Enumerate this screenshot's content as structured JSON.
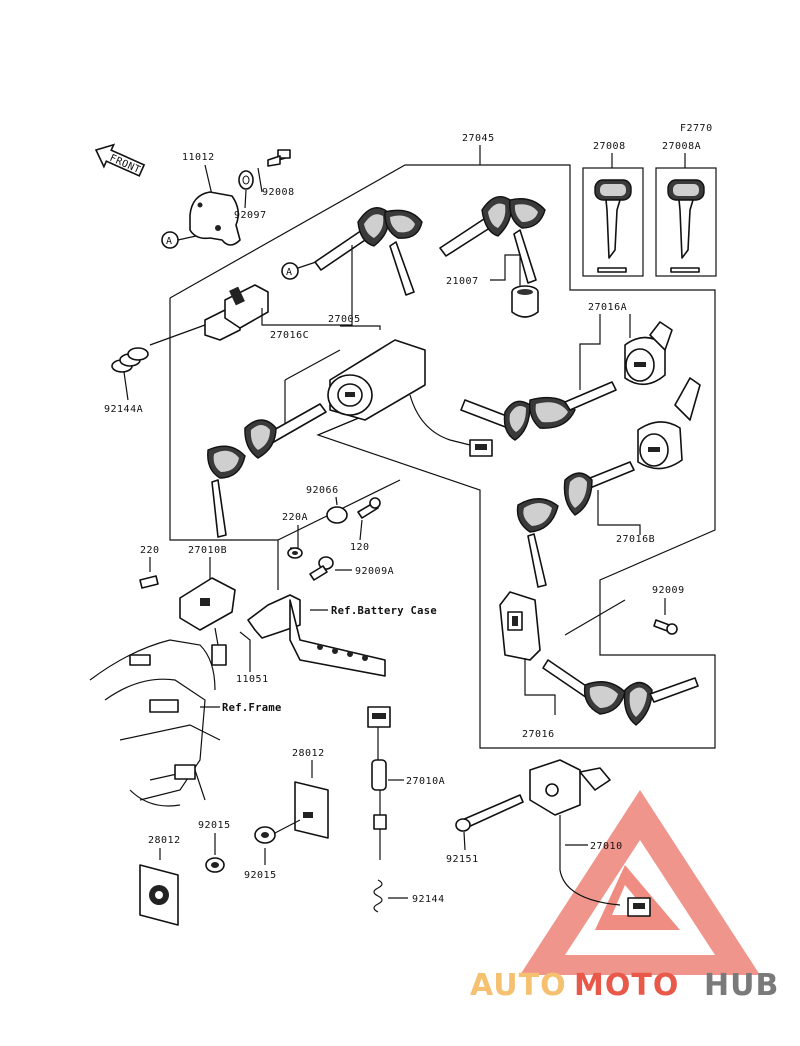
{
  "diagram": {
    "code": "F2770",
    "front_label": "FRONT",
    "part_numbers": {
      "p11012": "11012",
      "p92008": "92008",
      "p92097": "92097",
      "p27045": "27045",
      "p27008": "27008",
      "p27008A": "27008A",
      "p21007": "21007",
      "p27016C": "27016C",
      "p27005": "27005",
      "p27016A": "27016A",
      "p92144A": "92144A",
      "p92066": "92066",
      "p220A": "220A",
      "p120": "120",
      "p220": "220",
      "p27010B": "27010B",
      "p92009A": "92009A",
      "p27016B": "27016B",
      "p92009": "92009",
      "p11051": "11051",
      "p27016": "27016",
      "p28012a": "28012",
      "p27010A": "27010A",
      "p28012b": "28012",
      "p92015a": "92015",
      "p92015b": "92015",
      "p92151": "92151",
      "p27010": "27010",
      "p92144": "92144"
    },
    "references": {
      "battery_case": "Ref.Battery Case",
      "frame": "Ref.Frame"
    },
    "callouts": {
      "a1": "A",
      "a2": "A"
    }
  },
  "watermark": {
    "part1": "AUTO",
    "part2": "MOTO",
    "part3": "HUB",
    "colors": {
      "auto": "#f5c070",
      "moto": "#e8594a",
      "hub": "#7a7a7a",
      "triangle": "#e8594a"
    }
  }
}
